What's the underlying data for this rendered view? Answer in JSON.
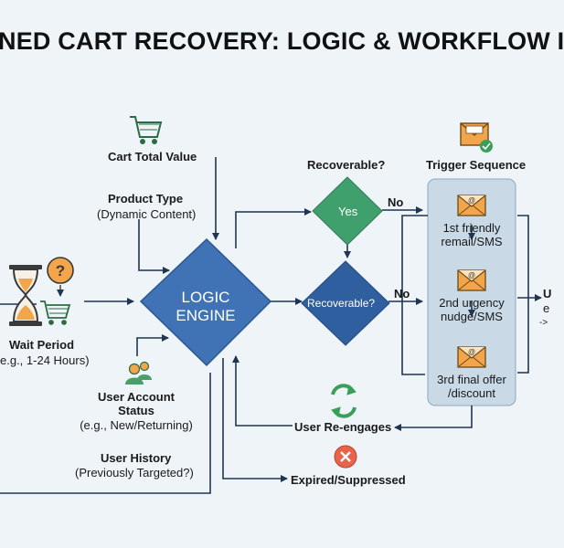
{
  "title": "NED CART RECOVERY: LOGIC & WORKFLOW I",
  "inputs": {
    "cart_total": "Cart Total Value",
    "product_type": "Product Type",
    "product_type_sub": "(Dynamic Content)",
    "wait_period": "Wait Period",
    "wait_period_sub": "e.g., 1-24 Hours)",
    "user_account_line1": "User Account",
    "user_account_line2": "Status",
    "user_account_sub": "(e.g., New/Returning)",
    "user_history": "User History",
    "user_history_sub": "(Previously Targeted?)"
  },
  "engine": {
    "line1": "LOGIC",
    "line2": "ENGINE"
  },
  "decisions": {
    "recoverable_label": "Recoverable?",
    "yes": "Yes",
    "no_top": "No",
    "second": "Recoverable?",
    "no_bottom": "No"
  },
  "trigger": {
    "title": "Trigger Sequence",
    "step1_line1": "1st friendly",
    "step1_line2": "remail/SMS",
    "step2_line1": "2nd urgency",
    "step2_line2": "nudge/SMS",
    "step3_line1": "3rd final offer",
    "step3_line2": "/discount"
  },
  "outcomes": {
    "reengages": "User Re-engages",
    "expired": "Expired/Suppressed"
  },
  "right_edge": {
    "letter": "U",
    "line2": "e",
    "line3": "->"
  },
  "colors": {
    "engine": "#3f73b5",
    "yes_diamond": "#3f9a6a",
    "decision2": "#2f5f9e",
    "trigger_box": "#c7d7e5",
    "arrow": "#1f3552",
    "envelope": "#f2a54a",
    "expired_icon": "#e8634a",
    "reengage_icon": "#3b9e5a"
  },
  "icons": [
    "shopping-cart-icon",
    "hourglass-icon",
    "question-bubble-icon",
    "user-group-icon",
    "envelope-icon",
    "envelope-check-icon",
    "refresh-icon",
    "x-circle-icon"
  ]
}
